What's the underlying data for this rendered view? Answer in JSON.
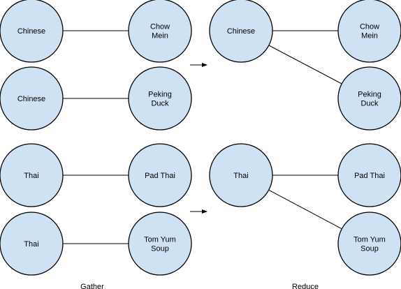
{
  "colors": {
    "node_fill": "#cfe2f3",
    "node_stroke": "#000000",
    "edge": "#000000"
  },
  "nodes": {
    "gather_chinese_1": [
      "Chinese"
    ],
    "gather_chow_mein": [
      "Chow",
      "Mein"
    ],
    "gather_chinese_2": [
      "Chinese"
    ],
    "gather_peking_duck": [
      "Peking",
      "Duck"
    ],
    "gather_thai_1": [
      "Thai"
    ],
    "gather_pad_thai": [
      "Pad Thai"
    ],
    "gather_thai_2": [
      "Thai"
    ],
    "gather_tom_yum_soup": [
      "Tom Yum",
      "Soup"
    ],
    "reduce_chinese": [
      "Chinese"
    ],
    "reduce_chow_mein": [
      "Chow",
      "Mein"
    ],
    "reduce_peking_duck": [
      "Peking",
      "Duck"
    ],
    "reduce_thai": [
      "Thai"
    ],
    "reduce_pad_thai": [
      "Pad Thai"
    ],
    "reduce_tom_yum_soup": [
      "Tom Yum",
      "Soup"
    ]
  },
  "edges": [
    [
      "gather_chinese_1",
      "gather_chow_mein"
    ],
    [
      "gather_chinese_2",
      "gather_peking_duck"
    ],
    [
      "gather_thai_1",
      "gather_pad_thai"
    ],
    [
      "gather_thai_2",
      "gather_tom_yum_soup"
    ],
    [
      "reduce_chinese",
      "reduce_chow_mein"
    ],
    [
      "reduce_chinese",
      "reduce_peking_duck"
    ],
    [
      "reduce_thai",
      "reduce_pad_thai"
    ],
    [
      "reduce_thai",
      "reduce_tom_yum_soup"
    ]
  ],
  "captions": {
    "gather": "Gather",
    "reduce": "Reduce"
  }
}
